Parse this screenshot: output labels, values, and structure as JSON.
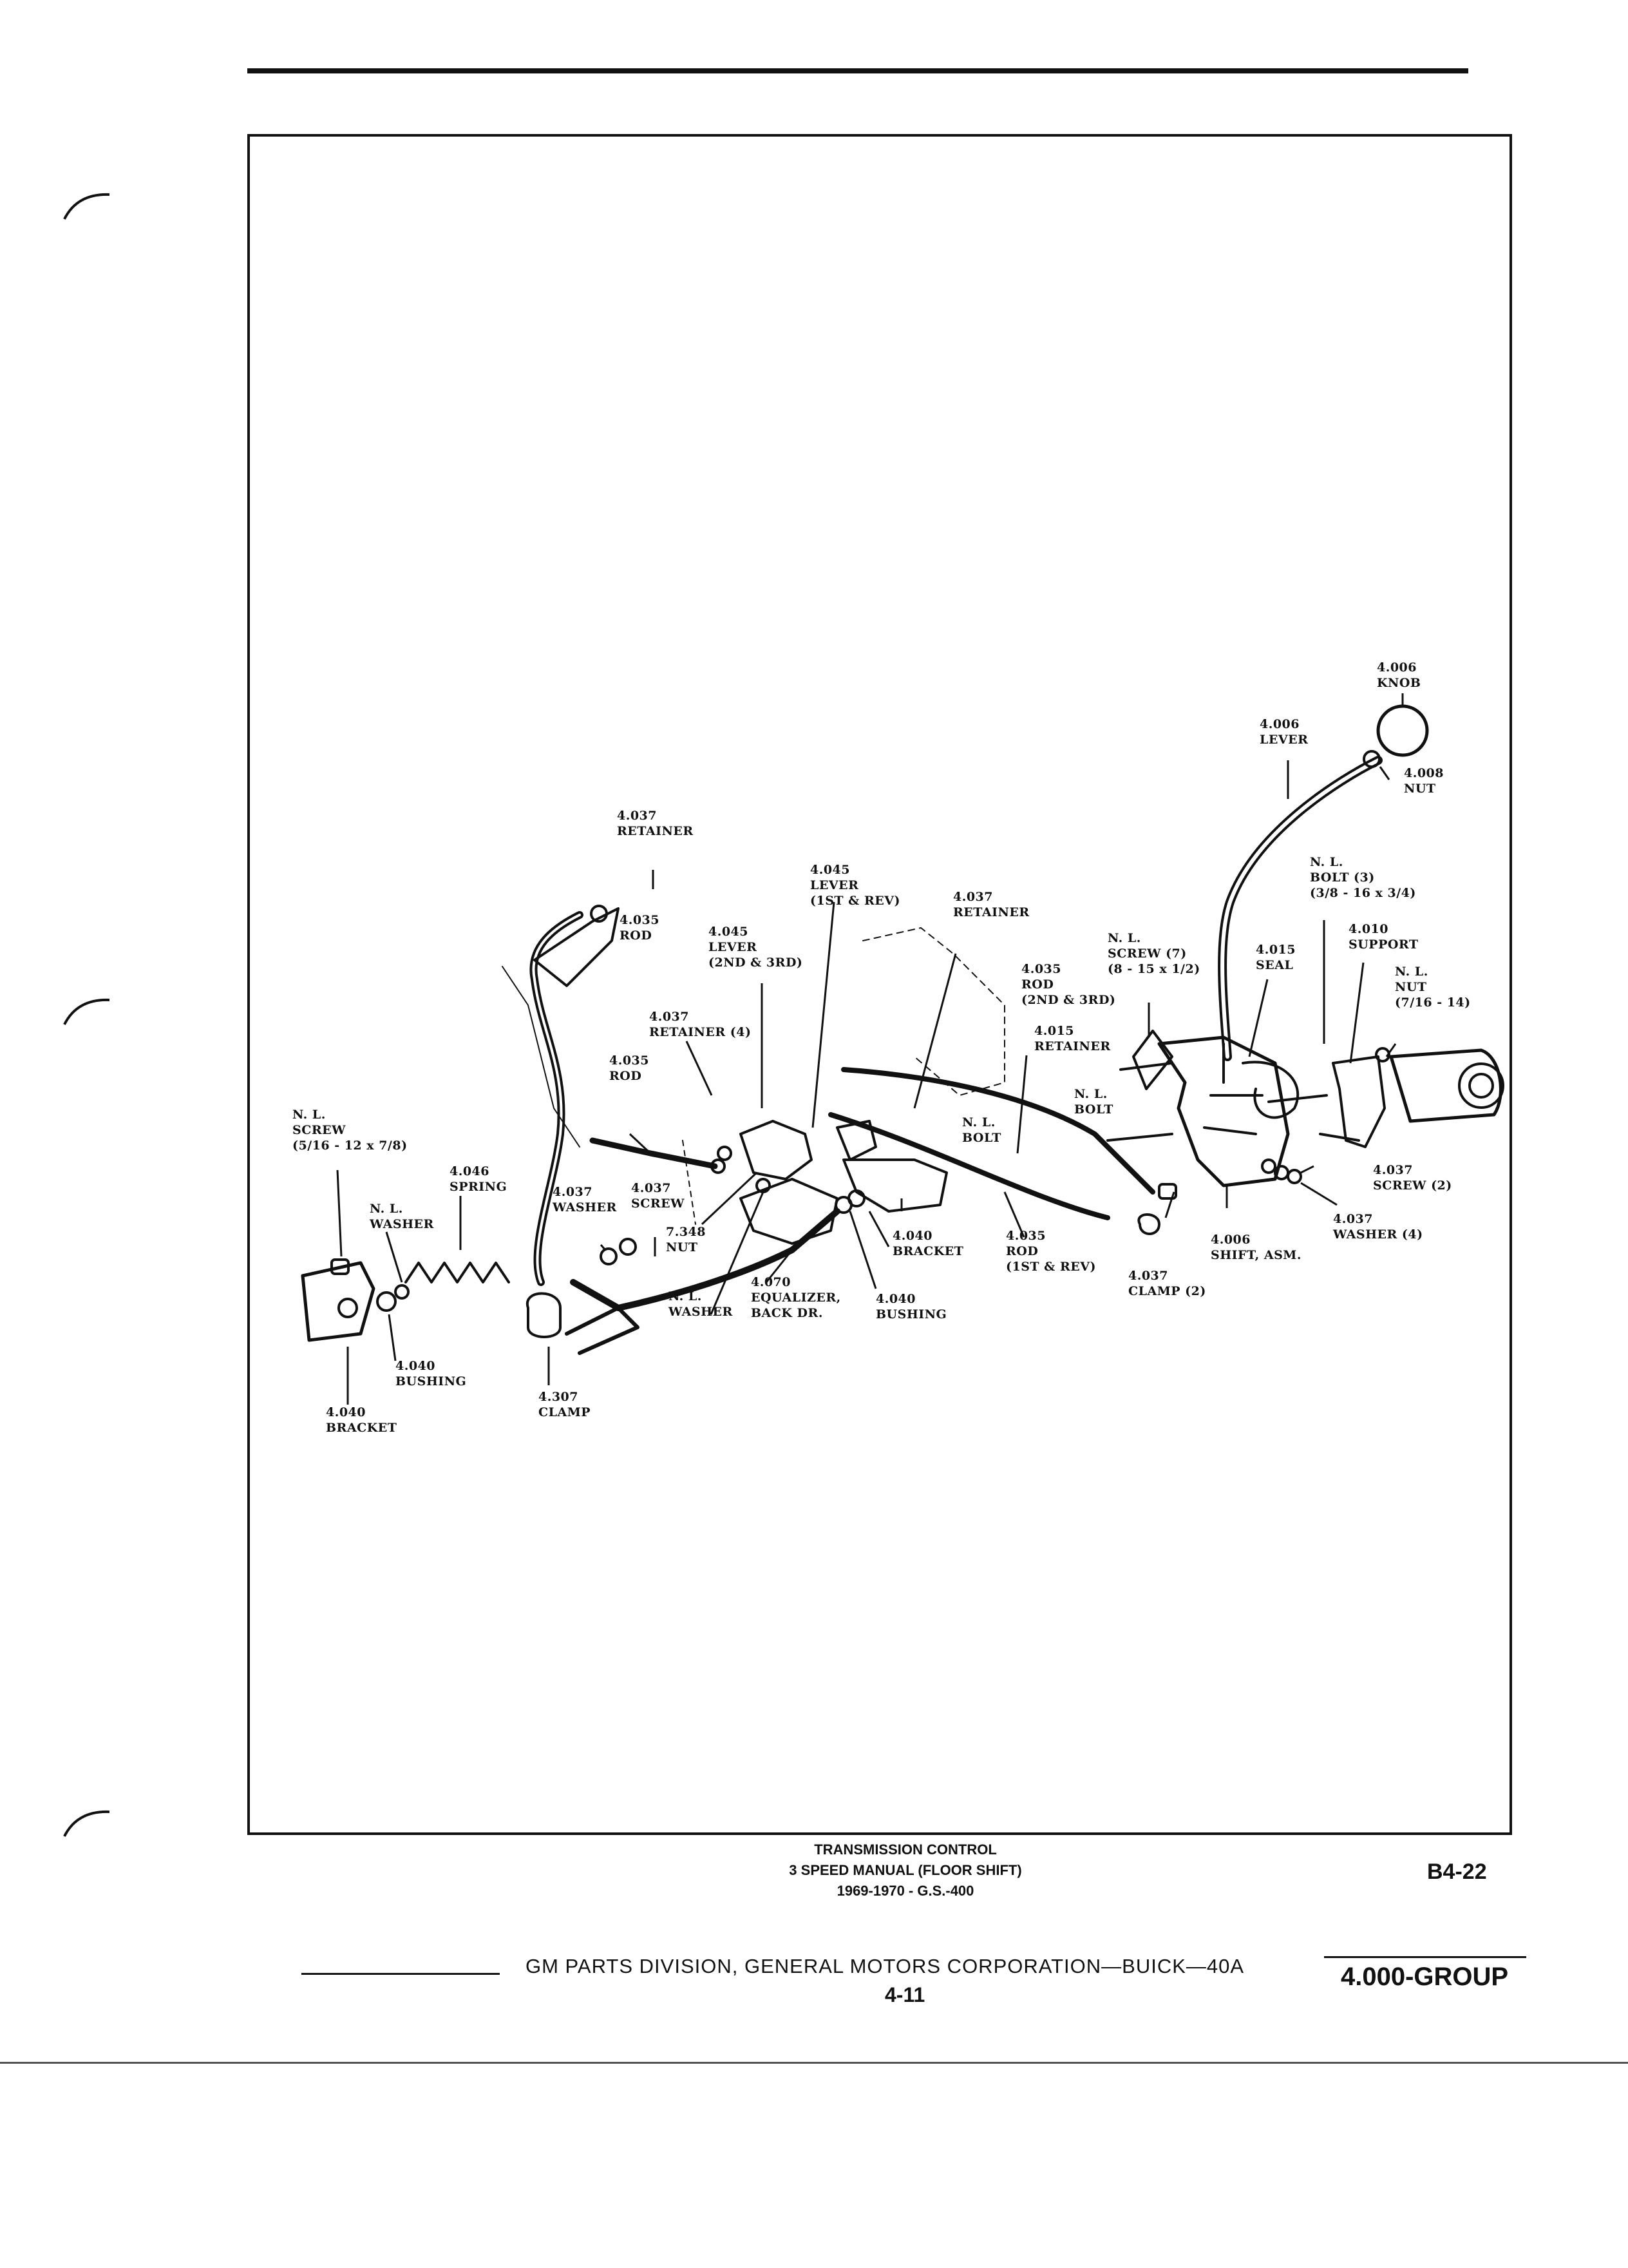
{
  "labels": {
    "knob_num": "4.006",
    "knob_name": "KNOB",
    "lever_top_num": "4.006",
    "lever_top_name": "LEVER",
    "nut_top_num": "4.008",
    "nut_top_name": "NUT",
    "nl_bolt_a": "N. L.",
    "nl_bolt_b": "BOLT (3)",
    "nl_bolt_c": "(3/8 - 16 x 3/4)",
    "support_num": "4.010",
    "support_name": "SUPPORT",
    "nl_nut_a": "N. L.",
    "nl_nut_b": "NUT",
    "nl_nut_c": "(7/16 - 14)",
    "seal_num": "4.015",
    "seal_name": "SEAL",
    "nl_screw7_a": "N. L.",
    "nl_screw7_b": "SCREW (7)",
    "nl_screw7_c": "(8 - 15 x 1/2)",
    "retainer_right_num": "4.015",
    "retainer_right_name": "RETAINER",
    "nl_bolt_right_a": "N. L.",
    "nl_bolt_right_b": "BOLT",
    "rod23_num": "4.035",
    "rod23_name": "ROD",
    "rod23_sub": "(2ND & 3RD)",
    "retainer_mid_num": "4.037",
    "retainer_mid_name": "RETAINER",
    "lever1_num": "4.045",
    "lever1_name": "LEVER",
    "lever1_sub": "(1ST & REV)",
    "retainer_top_num": "4.037",
    "retainer_top_name": "RETAINER",
    "rod_top_num": "4.035",
    "rod_top_name": "ROD",
    "lever23_num": "4.045",
    "lever23_name": "LEVER",
    "lever23_sub": "(2ND & 3RD)",
    "retainer4_num": "4.037",
    "retainer4_name": "RETAINER (4)",
    "rod_left_num": "4.035",
    "rod_left_name": "ROD",
    "nl_bolt_mid_a": "N. L.",
    "nl_bolt_mid_b": "BOLT",
    "nl_screw_left_a": "N. L.",
    "nl_screw_left_b": "SCREW",
    "nl_screw_left_c": "(5/16 - 12 x 7/8)",
    "spring_num": "4.046",
    "spring_name": "SPRING",
    "nl_washer_left_a": "N. L.",
    "nl_washer_left_b": "WASHER",
    "washer_mid_num": "4.037",
    "washer_mid_name": "WASHER",
    "screw_mid_num": "4.037",
    "screw_mid_name": "SCREW",
    "nut_mid_num": "7.348",
    "nut_mid_name": "NUT",
    "bushing_left_num": "4.040",
    "bushing_left_name": "BUSHING",
    "bracket_left_num": "4.040",
    "bracket_left_name": "BRACKET",
    "clamp_left_num": "4.307",
    "clamp_left_name": "CLAMP",
    "nl_washer_mid_a": "N. L.",
    "nl_washer_mid_b": "WASHER",
    "equalizer_num": "4.070",
    "equalizer_name": "EQUALIZER,",
    "equalizer_sub": "BACK DR.",
    "bushing_mid_num": "4.040",
    "bushing_mid_name": "BUSHING",
    "bracket_mid_num": "4.040",
    "bracket_mid_name": "BRACKET",
    "rod1_num": "4.035",
    "rod1_name": "ROD",
    "rod1_sub": "(1ST & REV)",
    "clamp_right_num": "4.037",
    "clamp_right_name": "CLAMP (2)",
    "shift_num": "4.006",
    "shift_name": "SHIFT, ASM.",
    "screw2_num": "4.037",
    "screw2_name": "SCREW (2)",
    "washer4_num": "4.037",
    "washer4_name": "WASHER (4)"
  },
  "caption": {
    "line1": "TRANSMISSION CONTROL",
    "line2": "3 SPEED MANUAL (FLOOR SHIFT)",
    "line3": "1969-1970 - G.S.-400"
  },
  "code": "B4-22",
  "footer": {
    "division": "GM PARTS DIVISION, GENERAL MOTORS CORPORATION—BUICK—40A",
    "page": "4-11",
    "group": "4.000-GROUP"
  }
}
